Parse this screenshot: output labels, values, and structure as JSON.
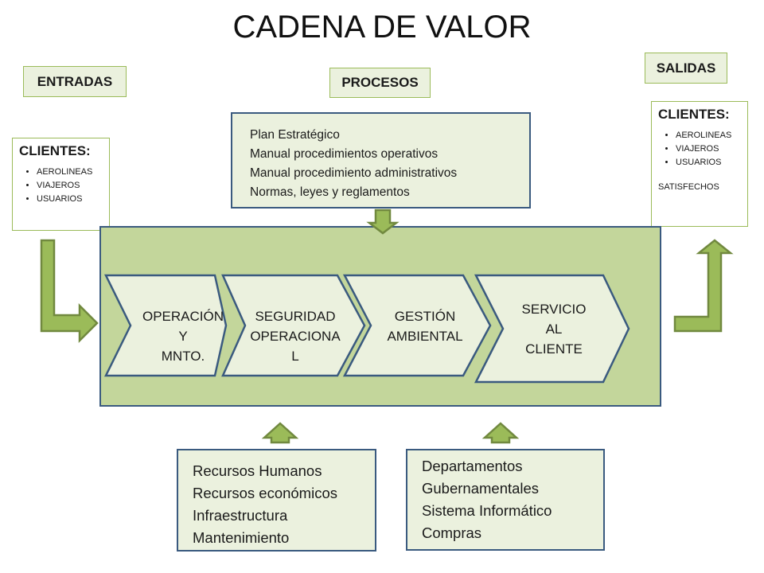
{
  "title": "CADENA DE VALOR",
  "labels": {
    "entradas": "ENTRADAS",
    "procesos": "PROCESOS",
    "salidas": "SALIDAS"
  },
  "input_clients": {
    "title": "CLIENTES:",
    "items": [
      "AEROLINEAS",
      "VIAJEROS",
      "USUARIOS"
    ]
  },
  "output_clients": {
    "title": "CLIENTES:",
    "items": [
      "AEROLINEAS",
      "VIAJEROS",
      "USUARIOS"
    ],
    "note": "SATISFECHOS"
  },
  "plans": [
    "Plan Estratégico",
    "Manual procedimientos operativos",
    "Manual procedimiento administrativos",
    "Normas, leyes y reglamentos"
  ],
  "processes": [
    {
      "lines": [
        "OPERACIÓN",
        "Y",
        "MNTO."
      ]
    },
    {
      "lines": [
        "SEGURIDAD",
        "OPERACIONA",
        "L"
      ]
    },
    {
      "lines": [
        "GESTIÓN",
        "AMBIENTAL"
      ]
    },
    {
      "lines": [
        "SERVICIO",
        "AL",
        "CLIENTE"
      ]
    }
  ],
  "resources": [
    "Recursos Humanos",
    "Recursos económicos",
    "Infraestructura",
    "Mantenimiento"
  ],
  "departments": [
    "Departamentos",
    "Gubernamentales",
    "Sistema Informático",
    "Compras"
  ],
  "colors": {
    "panel": "#c3d69b",
    "box_fill": "#ebf1de",
    "box_border": "#3a5a7f",
    "arrow_fill": "#9bbb59",
    "arrow_stroke": "#71893f",
    "label_border": "#9bbb59"
  }
}
